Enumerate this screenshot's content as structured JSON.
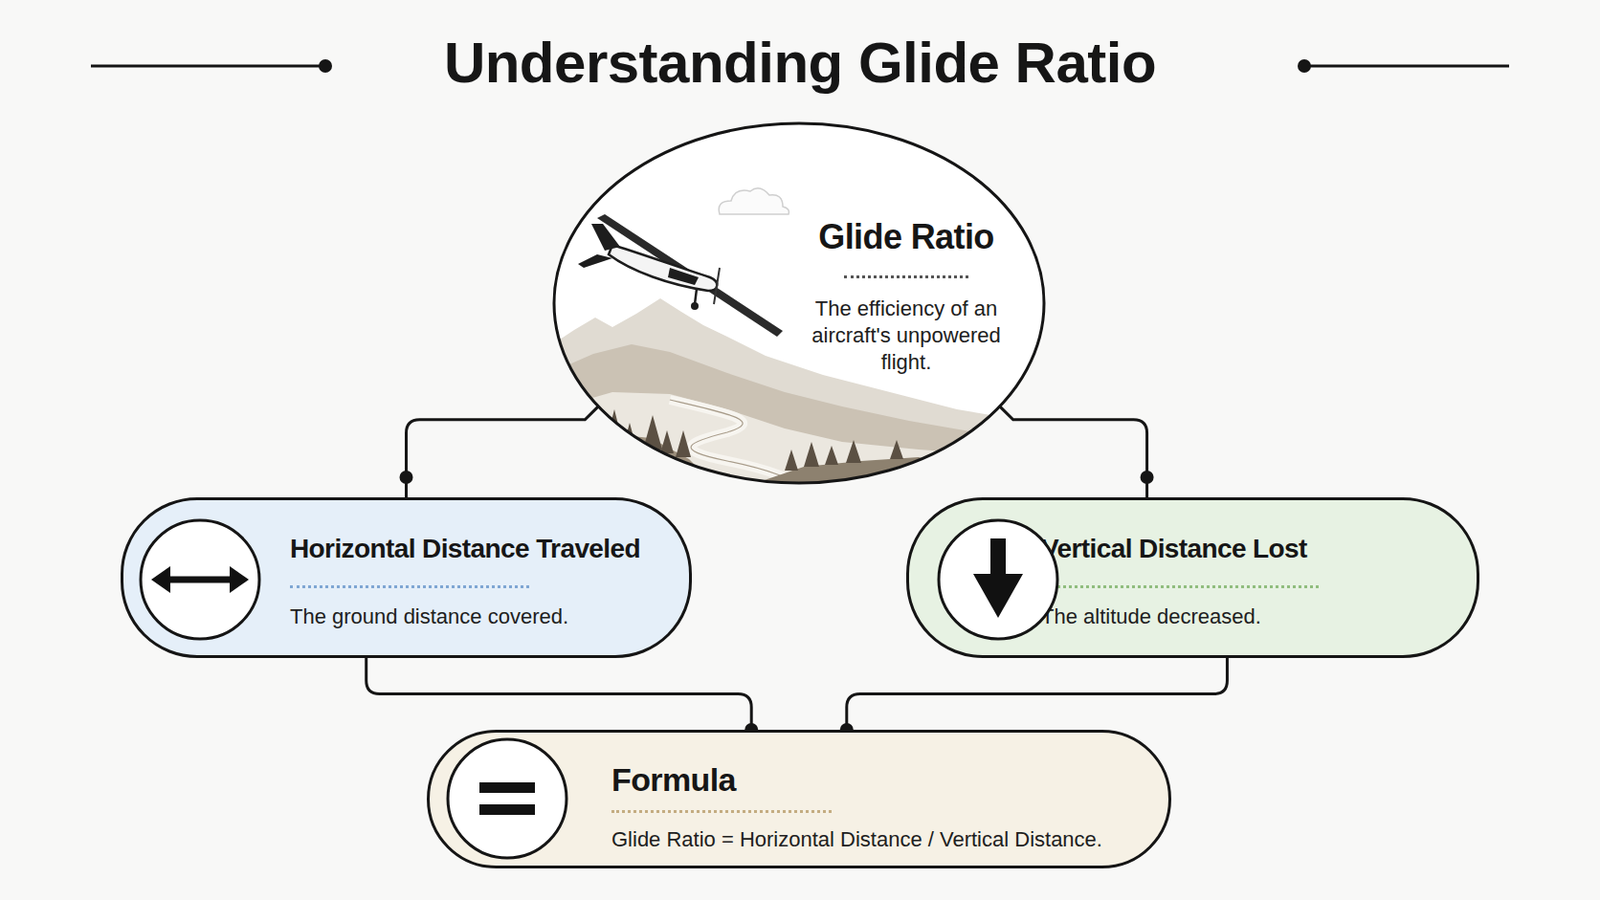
{
  "diagram": {
    "title": "Understanding Glide Ratio",
    "nodes": [
      {
        "text": [
          "Glide Ratio",
          "The efficiency of an aircraft's unpowered flight."
        ]
      },
      {
        "text": [
          "Horizontal Distance Traveled",
          "The ground distance covered."
        ]
      },
      {
        "text": [
          "Vertical Distance Lost",
          "The altitude decreased."
        ]
      },
      {
        "text": [
          "Formula",
          "Glide Ratio = Horizontal Distance / Vertical Distance."
        ]
      }
    ],
    "edges": [
      {
        "from": 0,
        "to": 1,
        "arrow": "none"
      },
      {
        "from": 0,
        "to": 2,
        "arrow": "none"
      },
      {
        "from": 1,
        "to": 3,
        "arrow": "none"
      },
      {
        "from": 2,
        "to": 3,
        "arrow": "none"
      }
    ]
  }
}
